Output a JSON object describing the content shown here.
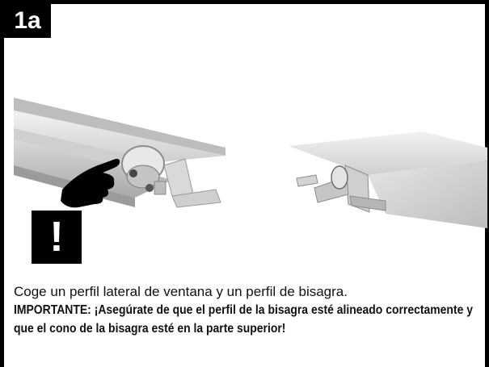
{
  "step": {
    "label": "1a"
  },
  "warning": {
    "symbol": "!"
  },
  "text": {
    "instruction": "Coge un perfil lateral de ventana y un perfil de bisagra.",
    "important": "IMPORTANTE: ¡Asegúrate de que el perfil de la bisagra esté alineado correctamente y que el cono de la bisagra esté en la parte superior!"
  },
  "colors": {
    "frame": "#000000",
    "profile_light": "#e3e3e3",
    "profile_dark": "#9a9a9a",
    "hand": "#000000"
  },
  "icons": [
    "pointing-hand-icon",
    "exclamation-icon"
  ]
}
